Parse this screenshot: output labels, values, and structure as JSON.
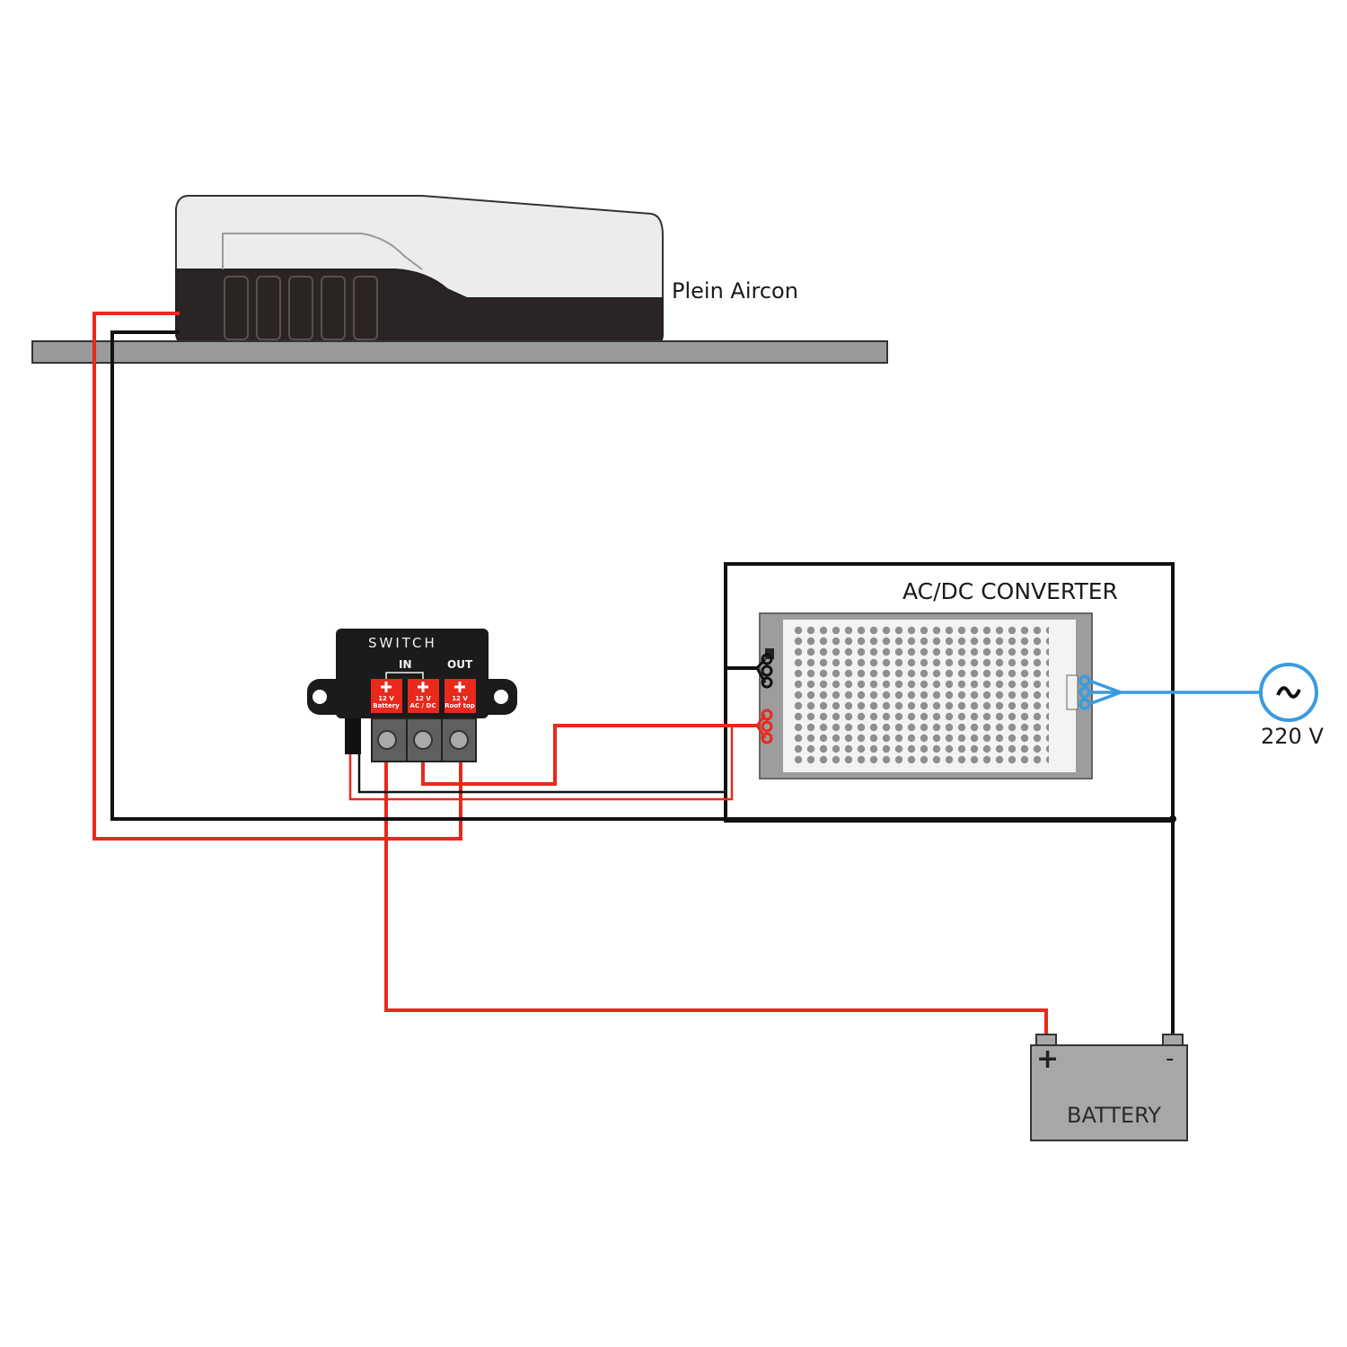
{
  "aircon": {
    "label": "Plein Aircon"
  },
  "converter": {
    "label": "AC/DC CONVERTER"
  },
  "ac_source": {
    "symbol": "~",
    "voltage": "220 V"
  },
  "battery": {
    "label": "BATTERY",
    "plus": "+",
    "minus": "-"
  },
  "switch": {
    "title": "SWITCH",
    "in_label": "IN",
    "out_label": "OUT",
    "terminals": [
      {
        "voltage": "12 V",
        "name": "Battery"
      },
      {
        "voltage": "12 V",
        "name": "AC / DC"
      },
      {
        "voltage": "12 V",
        "name": "Roof top"
      }
    ]
  },
  "colors": {
    "positive_wire": "#e8291c",
    "negative_wire": "#111111",
    "ac_wire": "#3a9be0",
    "roof": "#9a9a9a",
    "battery_body": "#a7a7a7",
    "converter_panel": "#9d9d9d",
    "switch_body": "#1b1b1b",
    "terminal_red": "#e8291c"
  }
}
